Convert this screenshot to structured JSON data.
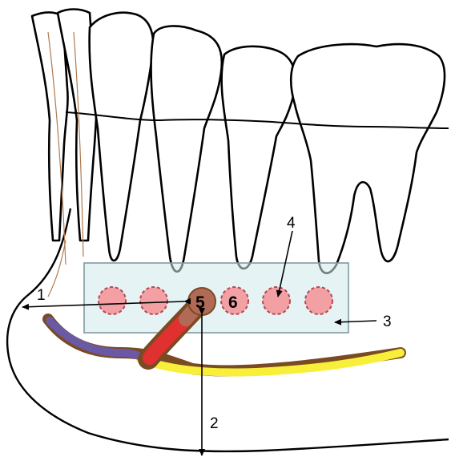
{
  "labels": {
    "l1": "1",
    "l2": "2",
    "l3": "3",
    "l4": "4",
    "l5": "5",
    "l6": "6"
  },
  "colors": {
    "box_fill": "#cfe9ec",
    "box_stroke": "#7f9aa0",
    "circle_fill": "#f2a0a4",
    "circle_stroke": "#b5484f",
    "nerve_yellow": "#f7ef3a",
    "nerve_blue": "#6a5aa6",
    "nerve_red": "#e03030",
    "vessel_outline": "#7a4a22",
    "bone_outline": "#000000"
  },
  "icons": [
    "tooth-outline",
    "mandible-outline",
    "nerve-canal",
    "arrow-marker"
  ]
}
